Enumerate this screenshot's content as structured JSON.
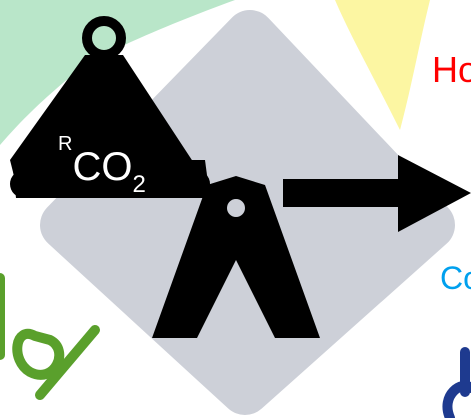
{
  "weight": {
    "prefix": "R",
    "main": "CO",
    "subscript": "2"
  },
  "right_texts": {
    "top": "Ho",
    "middle": "Co"
  },
  "colors": {
    "diamond": "#cdd0d8",
    "green_blob": "#b9e6c9",
    "yellow_blob": "#fcf6a2",
    "icon": "#000000",
    "green_text": "#5aa02c",
    "blue_text": "#1e3a8f",
    "red_text": "#ff0000",
    "cyan_text": "#00a0ee"
  },
  "icons": [
    "weight-icon",
    "pivot-icon",
    "arrow-right-icon"
  ]
}
